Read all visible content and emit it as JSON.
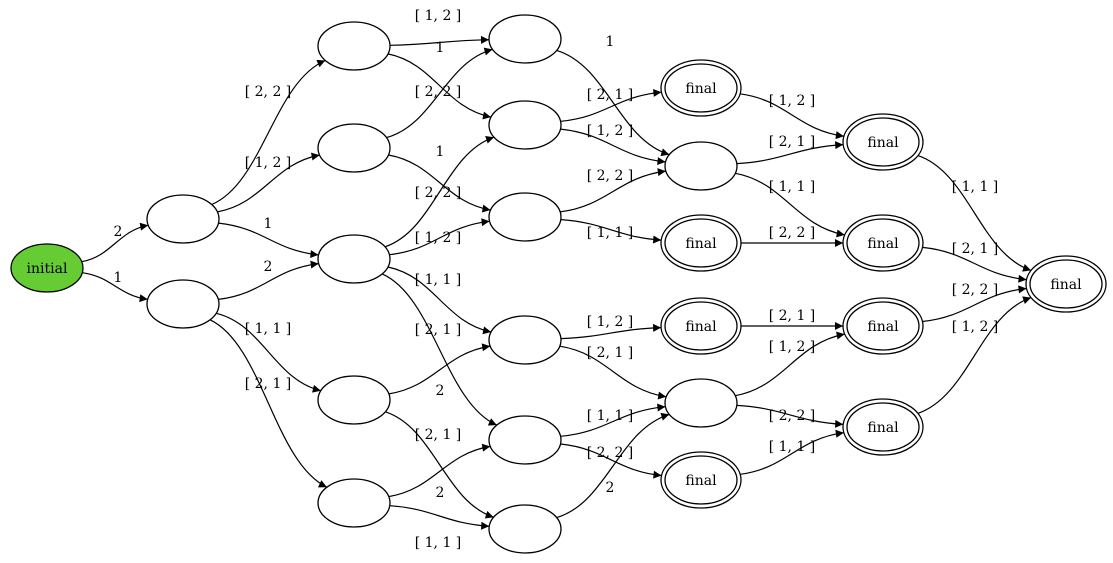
{
  "diagram": {
    "node_fill_initial": "#66cc33",
    "node_fill_default": "#ffffff",
    "stroke_color": "#000000",
    "nodes": [
      {
        "id": "initial",
        "label": "initial",
        "kind": "initial"
      },
      {
        "id": "a1",
        "label": "",
        "kind": "state"
      },
      {
        "id": "a2",
        "label": "",
        "kind": "state"
      },
      {
        "id": "b1",
        "label": "",
        "kind": "state"
      },
      {
        "id": "b2",
        "label": "",
        "kind": "state"
      },
      {
        "id": "b3",
        "label": "",
        "kind": "state"
      },
      {
        "id": "b4",
        "label": "",
        "kind": "state"
      },
      {
        "id": "b5",
        "label": "",
        "kind": "state"
      },
      {
        "id": "c1",
        "label": "",
        "kind": "state"
      },
      {
        "id": "c2",
        "label": "",
        "kind": "state"
      },
      {
        "id": "c3",
        "label": "",
        "kind": "state"
      },
      {
        "id": "c4",
        "label": "",
        "kind": "state"
      },
      {
        "id": "c5",
        "label": "",
        "kind": "state"
      },
      {
        "id": "c6",
        "label": "",
        "kind": "state"
      },
      {
        "id": "f1",
        "label": "final",
        "kind": "final"
      },
      {
        "id": "d1",
        "label": "",
        "kind": "state"
      },
      {
        "id": "f2",
        "label": "final",
        "kind": "final"
      },
      {
        "id": "f3",
        "label": "final",
        "kind": "final"
      },
      {
        "id": "d2",
        "label": "",
        "kind": "state"
      },
      {
        "id": "f4",
        "label": "final",
        "kind": "final"
      },
      {
        "id": "g1",
        "label": "final",
        "kind": "final"
      },
      {
        "id": "g2",
        "label": "final",
        "kind": "final"
      },
      {
        "id": "g3",
        "label": "final",
        "kind": "final"
      },
      {
        "id": "g4",
        "label": "final",
        "kind": "final"
      },
      {
        "id": "h1",
        "label": "final",
        "kind": "final"
      }
    ],
    "edges": [
      {
        "from": "initial",
        "to": "a1",
        "label": "2"
      },
      {
        "from": "initial",
        "to": "a2",
        "label": "1"
      },
      {
        "from": "a1",
        "to": "b1",
        "label": "[ 2, 2 ]"
      },
      {
        "from": "a1",
        "to": "b2",
        "label": "[ 1, 2 ]"
      },
      {
        "from": "a1",
        "to": "b3",
        "label": "1"
      },
      {
        "from": "a2",
        "to": "b3",
        "label": "2"
      },
      {
        "from": "a2",
        "to": "b4",
        "label": "[ 1, 1 ]"
      },
      {
        "from": "a2",
        "to": "b5",
        "label": "[ 2, 1 ]"
      },
      {
        "from": "b1",
        "to": "c1",
        "label": "[ 1, 2 ]"
      },
      {
        "from": "b1",
        "to": "c2",
        "label": "1"
      },
      {
        "from": "b2",
        "to": "c1",
        "label": "[ 2, 2 ]"
      },
      {
        "from": "b2",
        "to": "c3",
        "label": "1"
      },
      {
        "from": "b3",
        "to": "c2",
        "label": "[ 2, 2 ]"
      },
      {
        "from": "b3",
        "to": "c3",
        "label": "[ 1, 2 ]"
      },
      {
        "from": "b3",
        "to": "c4",
        "label": "[ 1, 1 ]"
      },
      {
        "from": "b3",
        "to": "c5",
        "label": "[ 2, 1 ]"
      },
      {
        "from": "b4",
        "to": "c4",
        "label": "2"
      },
      {
        "from": "b4",
        "to": "c6",
        "label": "[ 2, 1 ]"
      },
      {
        "from": "b5",
        "to": "c5",
        "label": "2"
      },
      {
        "from": "b5",
        "to": "c6",
        "label": "[ 1, 1 ]"
      },
      {
        "from": "c1",
        "to": "d1",
        "label": "1"
      },
      {
        "from": "c2",
        "to": "f1",
        "label": "[ 2, 1 ]"
      },
      {
        "from": "c2",
        "to": "d1",
        "label": "[ 1, 2 ]"
      },
      {
        "from": "c3",
        "to": "d1",
        "label": "[ 2, 2 ]"
      },
      {
        "from": "c3",
        "to": "f2",
        "label": "[ 1, 1 ]"
      },
      {
        "from": "c4",
        "to": "f3",
        "label": "[ 1, 2 ]"
      },
      {
        "from": "c4",
        "to": "d2",
        "label": "[ 2, 1 ]"
      },
      {
        "from": "c5",
        "to": "d2",
        "label": "[ 1, 1 ]"
      },
      {
        "from": "c5",
        "to": "f4",
        "label": "[ 2, 2 ]"
      },
      {
        "from": "c6",
        "to": "d2",
        "label": "2"
      },
      {
        "from": "f1",
        "to": "g1",
        "label": "[ 1, 2 ]"
      },
      {
        "from": "d1",
        "to": "g1",
        "label": "[ 2, 1 ]"
      },
      {
        "from": "d1",
        "to": "g2",
        "label": "[ 1, 1 ]"
      },
      {
        "from": "f2",
        "to": "g2",
        "label": "[ 2, 2 ]"
      },
      {
        "from": "f3",
        "to": "g3",
        "label": "[ 2, 1 ]"
      },
      {
        "from": "d2",
        "to": "g3",
        "label": "[ 1, 2 ]"
      },
      {
        "from": "d2",
        "to": "g4",
        "label": "[ 2, 2 ]"
      },
      {
        "from": "f4",
        "to": "g4",
        "label": "[ 1, 1 ]"
      },
      {
        "from": "g1",
        "to": "h1",
        "label": "[ 1, 1 ]"
      },
      {
        "from": "g2",
        "to": "h1",
        "label": "[ 2, 1 ]"
      },
      {
        "from": "g3",
        "to": "h1",
        "label": "[ 2, 2 ]"
      },
      {
        "from": "g4",
        "to": "h1",
        "label": "[ 1, 2 ]"
      }
    ]
  }
}
